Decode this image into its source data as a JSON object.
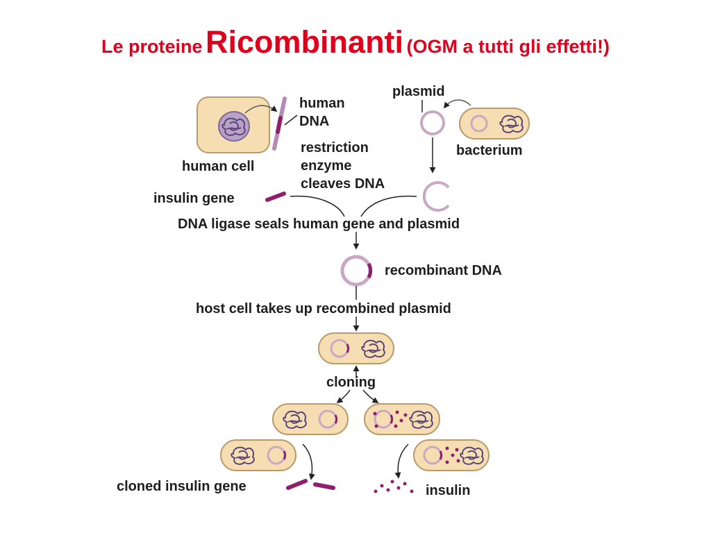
{
  "title": {
    "prefix": "Le proteine",
    "main": "Ricombinanti",
    "suffix": "(OGM a tutti gli effetti!)"
  },
  "labels": {
    "human_dna": [
      "human",
      "DNA"
    ],
    "plasmid": "plasmid",
    "human_cell": "human cell",
    "bacterium": "bacterium",
    "restriction": [
      "restriction",
      "enzyme",
      "cleaves DNA"
    ],
    "insulin_gene": "insulin gene",
    "dna_ligase": "DNA ligase seals human gene and plasmid",
    "recombinant_dna": "recombinant DNA",
    "host_cell": "host cell takes up recombined plasmid",
    "cloning": "cloning",
    "cloned_insulin_gene": "cloned insulin gene",
    "insulin": "insulin"
  },
  "colors": {
    "title": "#e0001b",
    "cell_fill": "#f6deb2",
    "cell_stroke": "#b89a6c",
    "plasmid_ring": "#c9a8c4",
    "gene": "#8e1f6e",
    "dna_blob": "#5a4677",
    "arrow": "#222222"
  }
}
